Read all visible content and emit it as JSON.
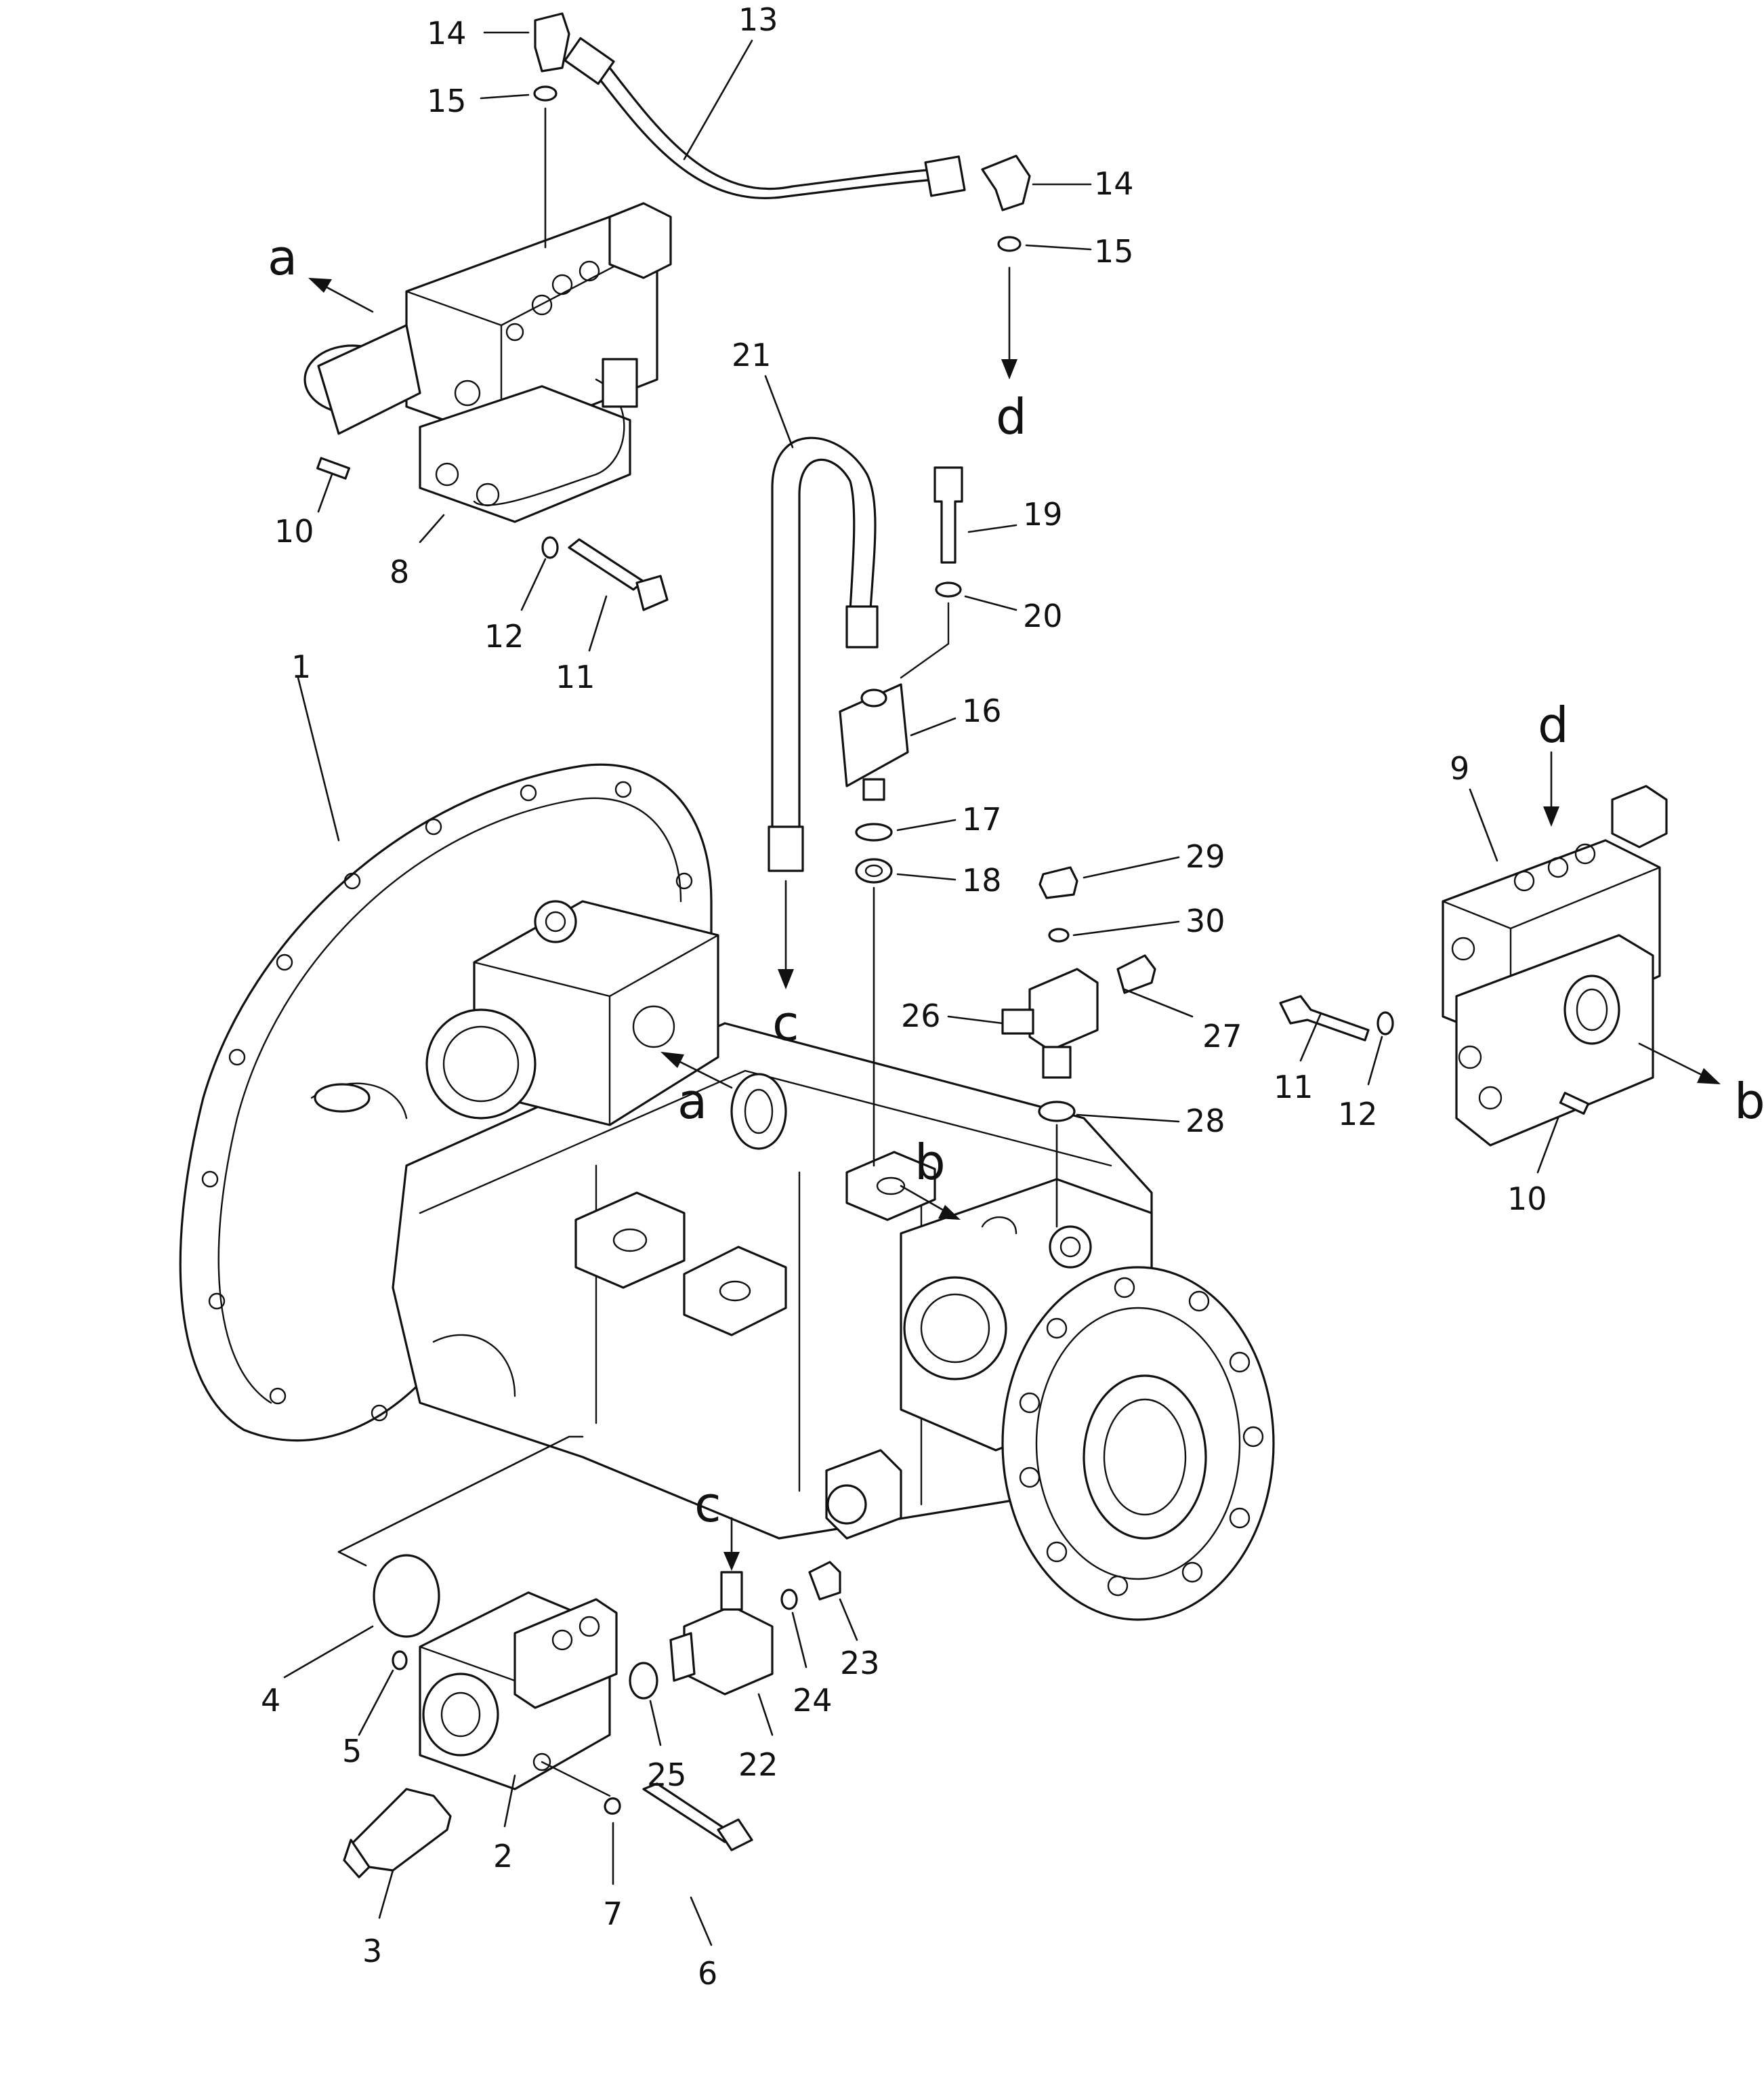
{
  "callouts": [
    {
      "id": "c1",
      "text": "1"
    },
    {
      "id": "c2",
      "text": "2"
    },
    {
      "id": "c3",
      "text": "3"
    },
    {
      "id": "c4",
      "text": "4"
    },
    {
      "id": "c5",
      "text": "5"
    },
    {
      "id": "c6",
      "text": "6"
    },
    {
      "id": "c7",
      "text": "7"
    },
    {
      "id": "c8",
      "text": "8"
    },
    {
      "id": "c9",
      "text": "9"
    },
    {
      "id": "c10a",
      "text": "10"
    },
    {
      "id": "c10b",
      "text": "10"
    },
    {
      "id": "c11a",
      "text": "11"
    },
    {
      "id": "c11b",
      "text": "11"
    },
    {
      "id": "c12a",
      "text": "12"
    },
    {
      "id": "c12b",
      "text": "12"
    },
    {
      "id": "c13",
      "text": "13"
    },
    {
      "id": "c14a",
      "text": "14"
    },
    {
      "id": "c14b",
      "text": "14"
    },
    {
      "id": "c15a",
      "text": "15"
    },
    {
      "id": "c15b",
      "text": "15"
    },
    {
      "id": "c16",
      "text": "16"
    },
    {
      "id": "c17",
      "text": "17"
    },
    {
      "id": "c18",
      "text": "18"
    },
    {
      "id": "c19",
      "text": "19"
    },
    {
      "id": "c20",
      "text": "20"
    },
    {
      "id": "c21",
      "text": "21"
    },
    {
      "id": "c22",
      "text": "22"
    },
    {
      "id": "c23",
      "text": "23"
    },
    {
      "id": "c24",
      "text": "24"
    },
    {
      "id": "c25",
      "text": "25"
    },
    {
      "id": "c26",
      "text": "26"
    },
    {
      "id": "c27",
      "text": "27"
    },
    {
      "id": "c28",
      "text": "28"
    },
    {
      "id": "c29",
      "text": "29"
    },
    {
      "id": "c30",
      "text": "30"
    }
  ],
  "connectors": [
    {
      "id": "a1",
      "text": "a"
    },
    {
      "id": "a2",
      "text": "a"
    },
    {
      "id": "b1",
      "text": "b"
    },
    {
      "id": "b2",
      "text": "b"
    },
    {
      "id": "cc1",
      "text": "c"
    },
    {
      "id": "cc2",
      "text": "c"
    },
    {
      "id": "d1",
      "text": "d"
    },
    {
      "id": "d2",
      "text": "d"
    }
  ]
}
